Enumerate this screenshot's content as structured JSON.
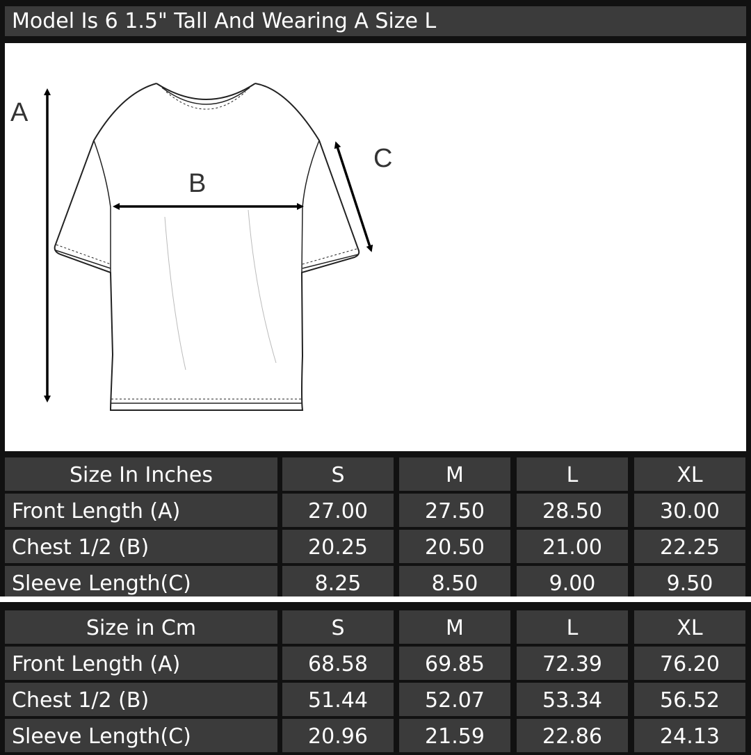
{
  "header": {
    "title": "Model Is 6 1.5\" Tall And Wearing A Size L"
  },
  "diagram": {
    "labels": {
      "a": "A",
      "b": "B",
      "c": "C"
    }
  },
  "tables": {
    "inches": {
      "title": "Size In Inches",
      "sizes": [
        "S",
        "M",
        "L",
        "XL"
      ],
      "rows": [
        {
          "label": "Front Length (A)",
          "values": [
            "27.00",
            "27.50",
            "28.50",
            "30.00"
          ]
        },
        {
          "label": "Chest 1/2 (B)",
          "values": [
            "20.25",
            "20.50",
            "21.00",
            "22.25"
          ]
        },
        {
          "label": "Sleeve Length(C)",
          "values": [
            "8.25",
            "8.50",
            "9.00",
            "9.50"
          ]
        }
      ]
    },
    "cm": {
      "title": "Size in Cm",
      "sizes": [
        "S",
        "M",
        "L",
        "XL"
      ],
      "rows": [
        {
          "label": "Front Length (A)",
          "values": [
            "68.58",
            "69.85",
            "72.39",
            "76.20"
          ]
        },
        {
          "label": "Chest 1/2 (B)",
          "values": [
            "51.44",
            "52.07",
            "53.34",
            "56.52"
          ]
        },
        {
          "label": "Sleeve Length(C)",
          "values": [
            "20.96",
            "21.59",
            "22.86",
            "24.13"
          ]
        }
      ]
    }
  }
}
